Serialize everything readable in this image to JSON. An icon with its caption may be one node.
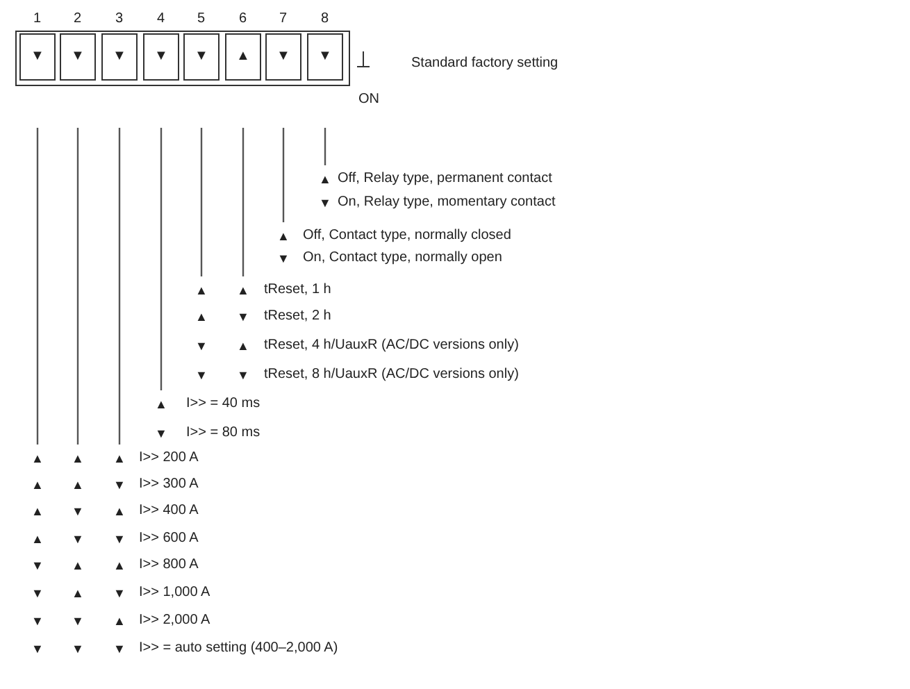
{
  "diagram": {
    "labels": [
      "1",
      "2",
      "3",
      "4",
      "5",
      "6",
      "7",
      "8",
      "▼",
      "▼",
      "▼",
      "▼",
      "▼",
      "▲",
      "▼",
      "▼",
      "Standard factory setting",
      "ON",
      "▲",
      "Off, Relay type, permanent contact",
      "▼",
      "On, Relay type, momentary contact",
      "▲",
      "Off, Contact type, normally closed",
      "▼",
      "On, Contact type, normally open",
      "▲",
      "▲",
      "tReset, 1 h",
      "▲",
      "▼",
      "tReset, 2 h",
      "▼",
      "▲",
      "tReset, 4 h/UauxR (AC/DC versions only)",
      "▼",
      "▼",
      "tReset, 8 h/UauxR (AC/DC versions only)",
      "▲",
      "I>> = 40 ms",
      "▼",
      "I>> = 80 ms",
      "▲",
      "▲",
      "▲",
      "I>> 200 A",
      "▲",
      "▲",
      "▼",
      "I>> 300 A",
      "▲",
      "▼",
      "▲",
      "I>> 400 A",
      "▲",
      "▼",
      "▼",
      "I>> 600 A",
      "▼",
      "▲",
      "▲",
      "I>> 800 A",
      "▼",
      "▲",
      "▼",
      "I>> 1,000 A",
      "▼",
      "▼",
      "▲",
      "I>> 2,000 A",
      "▼",
      "▼",
      "▼",
      "I>> = auto setting (400–2,000 A)"
    ]
  }
}
